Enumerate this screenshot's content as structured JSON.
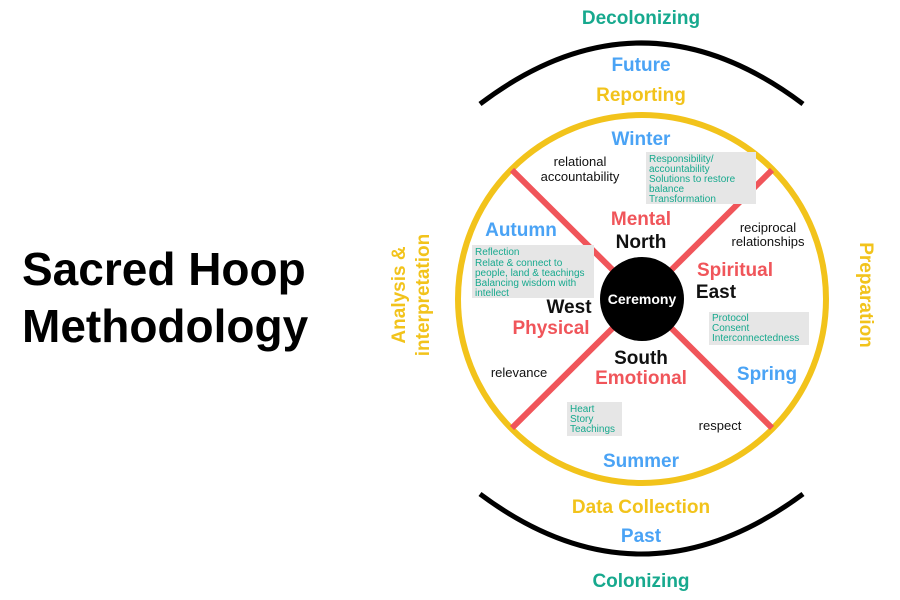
{
  "title": [
    "Sacred Hoop",
    "Methodology"
  ],
  "outer": {
    "top": "Decolonizing",
    "bottom": "Colonizing",
    "future": "Future",
    "past": "Past"
  },
  "phases": {
    "top": "Reporting",
    "bottom": "Data Collection",
    "left": [
      "Analysis &",
      "interpretation"
    ],
    "right": "Preparation"
  },
  "seasons": {
    "north": "Winter",
    "west": "Autumn",
    "east": "Spring",
    "south": "Summer"
  },
  "center": "Ceremony",
  "directions": {
    "north": {
      "aspect": "Mental",
      "name": "North"
    },
    "east": {
      "aspect": "Spiritual",
      "name": "East"
    },
    "west": {
      "aspect": "Physical",
      "name": "West"
    },
    "south": {
      "aspect": "Emotional",
      "name": "South"
    }
  },
  "values": {
    "nw": [
      "relational",
      "accountability"
    ],
    "ne": [
      "reciprocal",
      "relationships"
    ],
    "sw": "relevance",
    "se": "respect"
  },
  "notes": {
    "winter": [
      "Responsibility/",
      "accountability",
      "Solutions to restore",
      "balance",
      "Transformation"
    ],
    "autumn": [
      "Reflection",
      "Relate & connect to",
      "people, land & teachings",
      "Balancing wisdom with",
      "intellect"
    ],
    "spring": [
      "Protocol",
      "Consent",
      "Interconnectedness"
    ],
    "summer": [
      "Heart",
      "Story",
      "Teachings"
    ]
  },
  "colors": {
    "teal": "#17a98e",
    "blue": "#4aa3f5",
    "yellow": "#f2c31b",
    "red": "#f0555a"
  }
}
